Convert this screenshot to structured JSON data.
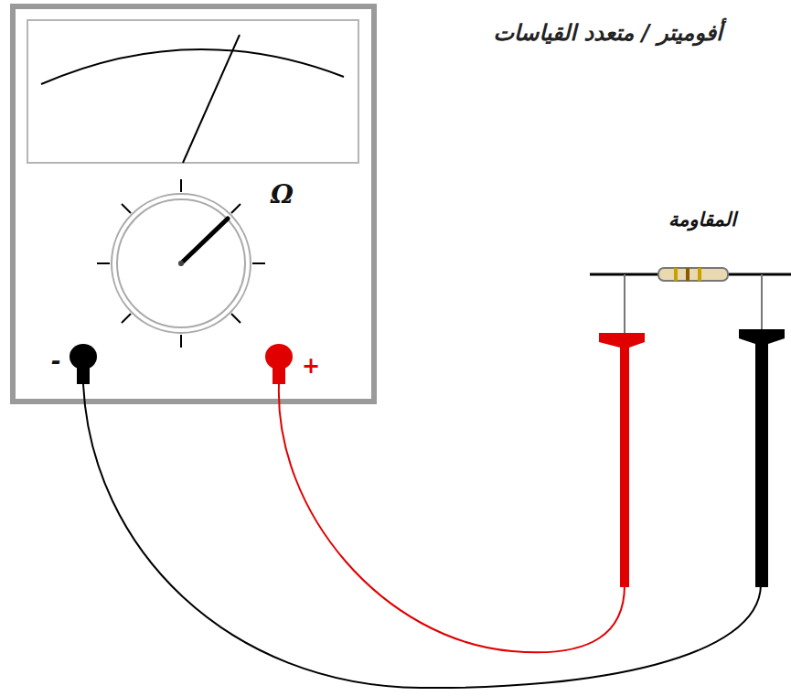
{
  "diagram": {
    "title": "أفوميتر / متعدد القياسات",
    "labels": [
      "Ω",
      "المقاومة",
      "-",
      "+"
    ]
  }
}
